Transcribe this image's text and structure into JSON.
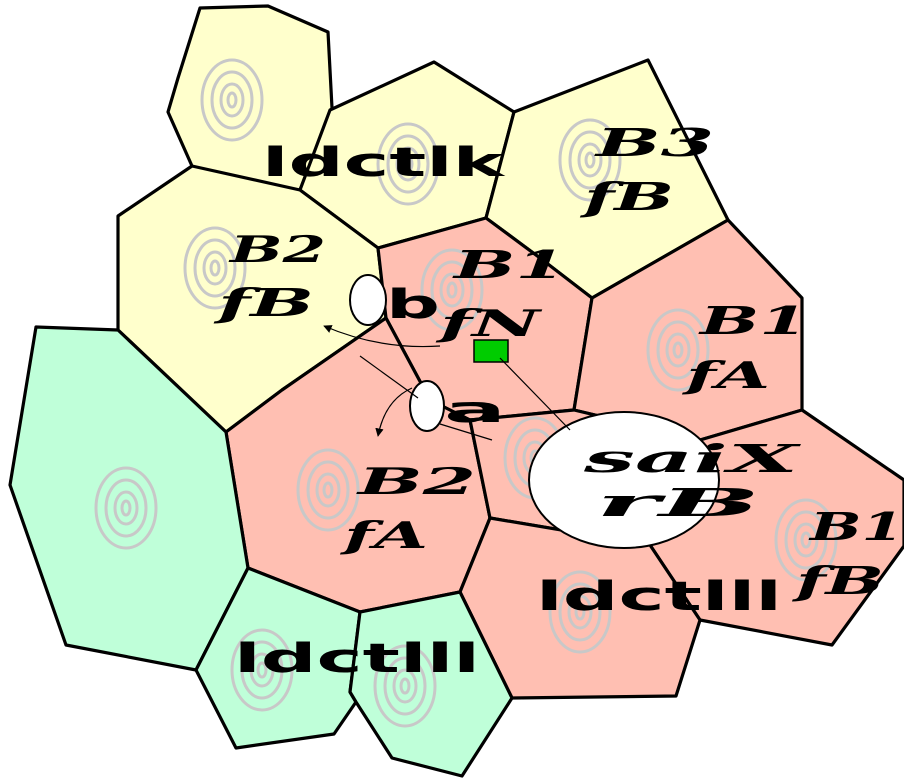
{
  "colors": {
    "outer_cell": "#ffffcc",
    "serving_cell": "#ffbfb2",
    "neighbor_cell": "#bfffd9",
    "device": "#00cc00"
  },
  "labels": {
    "cell_top_center": "ldctlk",
    "cell_top_right_a": "B3",
    "cell_top_right_b": "fB",
    "cell_left_a": "B2",
    "cell_left_b": "fB",
    "cell_center_top": "B1",
    "cell_center_sub": "fN",
    "cell_center_prefix": "b",
    "cell_right_a": "B1",
    "cell_right_b": "fA",
    "cell_mid_a": "B2",
    "cell_mid_b": "fA",
    "cell_far_right_a": "B1",
    "cell_far_right_b": "fB",
    "cell_bottom_right": "ldctlll",
    "cell_bottom_left": "ldctlll",
    "bubble_a": "a",
    "big_bubble_top": "saiX",
    "big_bubble_bottom": "rB"
  }
}
